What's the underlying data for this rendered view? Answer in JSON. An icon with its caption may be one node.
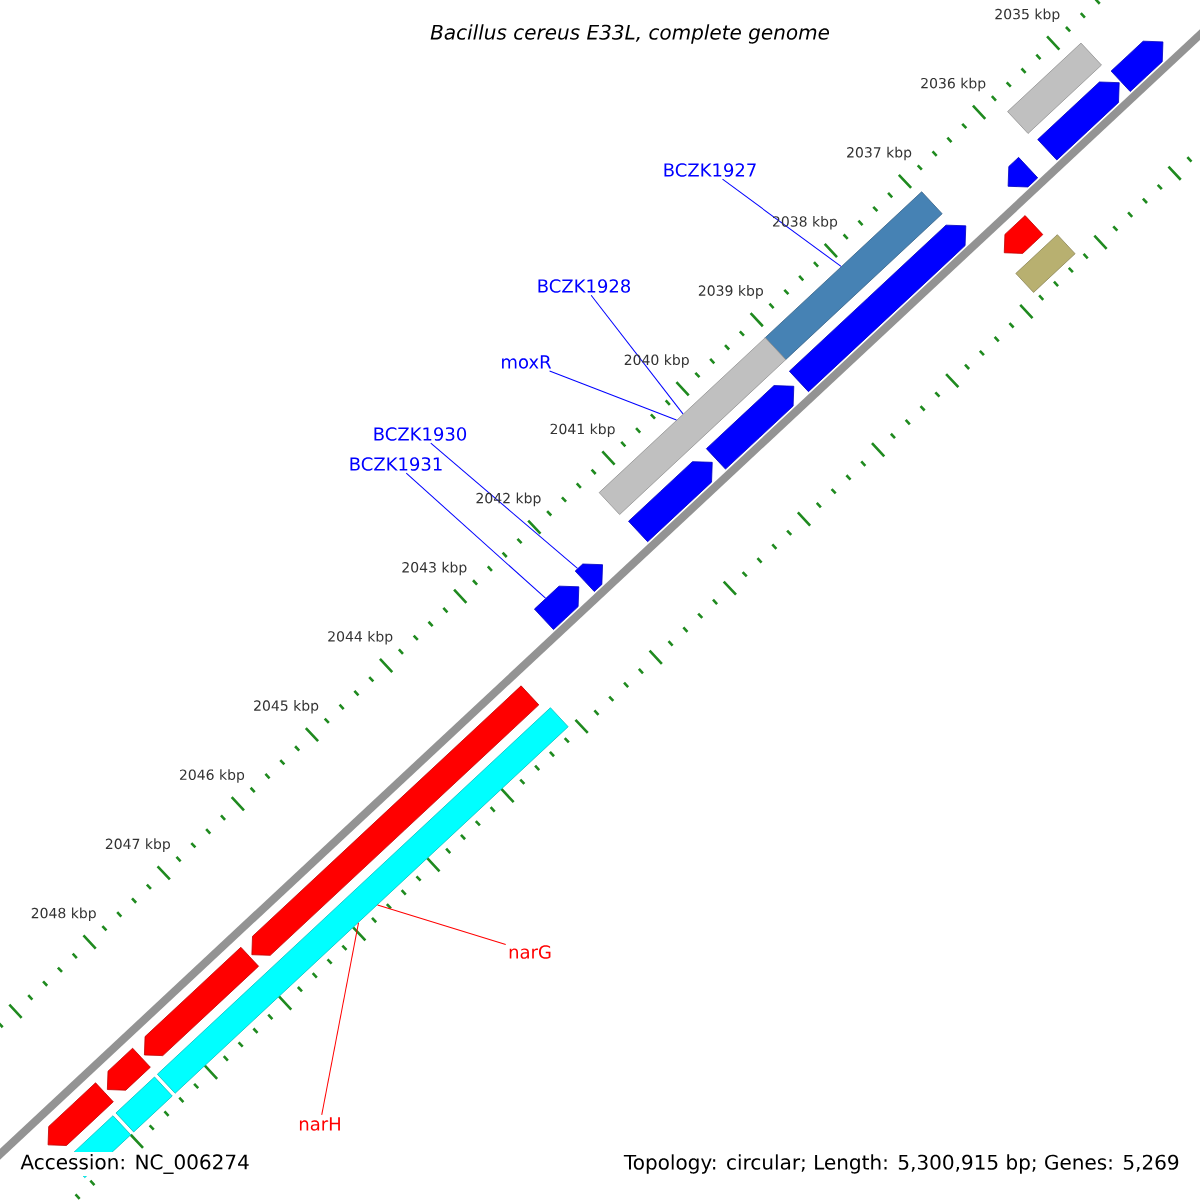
{
  "diagram": {
    "title": "Bacillus cereus E33L, complete genome",
    "nodes": [
      {
        "text": [
          "BCZK1927"
        ]
      },
      {
        "text": [
          "BCZK1928"
        ]
      },
      {
        "text": [
          "moxR"
        ]
      },
      {
        "text": [
          "BCZK1930"
        ]
      },
      {
        "text": [
          "BCZK1931"
        ]
      },
      {
        "text": [
          "narG"
        ]
      },
      {
        "text": [
          "narH"
        ]
      },
      {
        "text": [],
        "shape": "arrow"
      },
      {
        "text": [],
        "shape": "bar"
      },
      {
        "text": [],
        "shape": "arrow"
      },
      {
        "text": [],
        "shape": "arrow"
      },
      {
        "text": [],
        "shape": "arrow"
      },
      {
        "text": [],
        "shape": "bar"
      },
      {
        "text": [],
        "shape": "bar"
      },
      {
        "text": [],
        "shape": "arrow"
      },
      {
        "text": [],
        "shape": "bar"
      },
      {
        "text": [],
        "shape": "arrow"
      },
      {
        "text": [],
        "shape": "arrow"
      },
      {
        "text": [],
        "shape": "arrow"
      },
      {
        "text": [],
        "shape": "arrow"
      },
      {
        "text": [],
        "shape": "arrow"
      },
      {
        "text": [],
        "shape": "bar"
      },
      {
        "text": [],
        "shape": "arrow"
      },
      {
        "text": [],
        "shape": "arrow"
      },
      {
        "text": [],
        "shape": "bar"
      },
      {
        "text": [],
        "shape": "arrow"
      },
      {
        "text": [],
        "shape": "bar"
      }
    ],
    "edges": [
      {
        "from": 0,
        "to": 13,
        "arrow": "none"
      },
      {
        "from": 1,
        "to": 15,
        "arrow": "none"
      },
      {
        "from": 2,
        "to": 15,
        "arrow": "none"
      },
      {
        "from": 3,
        "to": 18,
        "arrow": "none"
      },
      {
        "from": 4,
        "to": 19,
        "arrow": "none"
      },
      {
        "from": 5,
        "to": 21,
        "arrow": "none",
        "color": "#ff0000"
      },
      {
        "from": 6,
        "to": 21,
        "arrow": "none",
        "color": "#ff0000"
      }
    ],
    "labels": [
      "2035 kbp",
      "2036 kbp",
      "2037 kbp",
      "2038 kbp",
      "2039 kbp",
      "2040 kbp",
      "2041 kbp",
      "2042 kbp",
      "2043 kbp",
      "2044 kbp",
      "2045 kbp",
      "2046 kbp",
      "2047 kbp",
      "2048 kbp",
      "Accession: NC_006274",
      "Topology: circular; Length: 5,300,915 bp; Genes: 5,269"
    ]
  }
}
